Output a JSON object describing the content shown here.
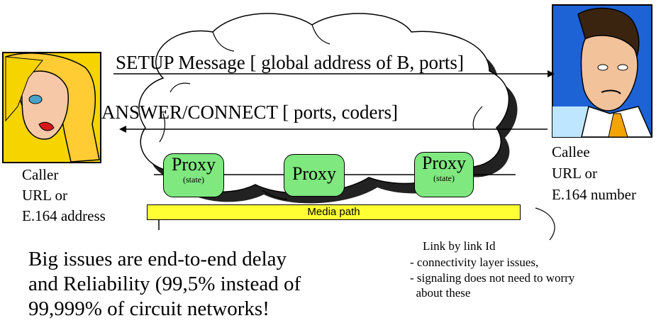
{
  "messages": {
    "setup": "SETUP Message [ global address of B, ports]",
    "answer": "ANSWER/CONNECT [ ports, coders]"
  },
  "caller": {
    "lines": [
      "Caller",
      "URL or",
      "E.164 address"
    ]
  },
  "callee": {
    "lines": [
      "Callee",
      "URL or",
      "E.164 number"
    ]
  },
  "proxies": [
    {
      "label": "Proxy",
      "sub": "(state)"
    },
    {
      "label": "Proxy",
      "sub": ""
    },
    {
      "label": "Proxy",
      "sub": "(state)"
    }
  ],
  "media_path": "Media path",
  "issues": {
    "lines": [
      "Big issues are end-to-end delay",
      "and Reliability (99,5% instead of",
      "99,999% of circuit networks!"
    ]
  },
  "note": {
    "title": "Link by link Id",
    "items": [
      "- connectivity layer issues,",
      "- signaling does not need to worry",
      "  about these"
    ]
  },
  "colors": {
    "proxy_fill": "#7fe87f",
    "media_fill": "#ffff33",
    "caller_bg": "#f5d400",
    "callee_bg": "#1e63d6"
  }
}
